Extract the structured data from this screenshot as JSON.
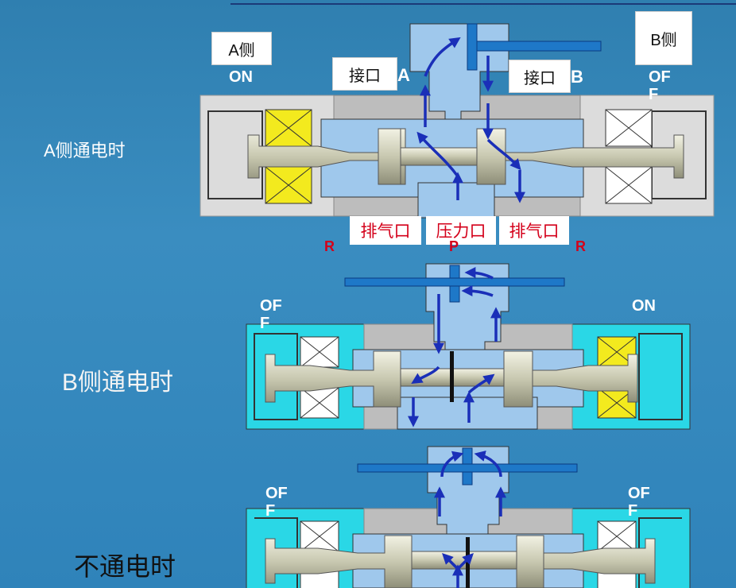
{
  "side_a": "A侧",
  "side_b": "B侧",
  "port_label": "接口",
  "port_a_letter": "A",
  "port_b_letter": "B",
  "exhaust_label": "排气口",
  "pressure_label": "压力口",
  "r_letter": "R",
  "p_letter": "P",
  "on_text": "ON",
  "off_text": "OFF",
  "states": [
    {
      "label": "A侧通电时"
    },
    {
      "label": "B侧通电时"
    },
    {
      "label": "不通电时"
    }
  ],
  "colors": {
    "housing_on": "#dcdcdc",
    "housing_off": "#2ad7e6",
    "coil_on": "#f3ea1e",
    "coil_off": "#ffffff",
    "body": "#c4c4c4",
    "air": "#9fc8ec",
    "spool": "#d8d8c4",
    "flow_arrow": "#1a2fb8",
    "label_red": "#d4001a"
  }
}
